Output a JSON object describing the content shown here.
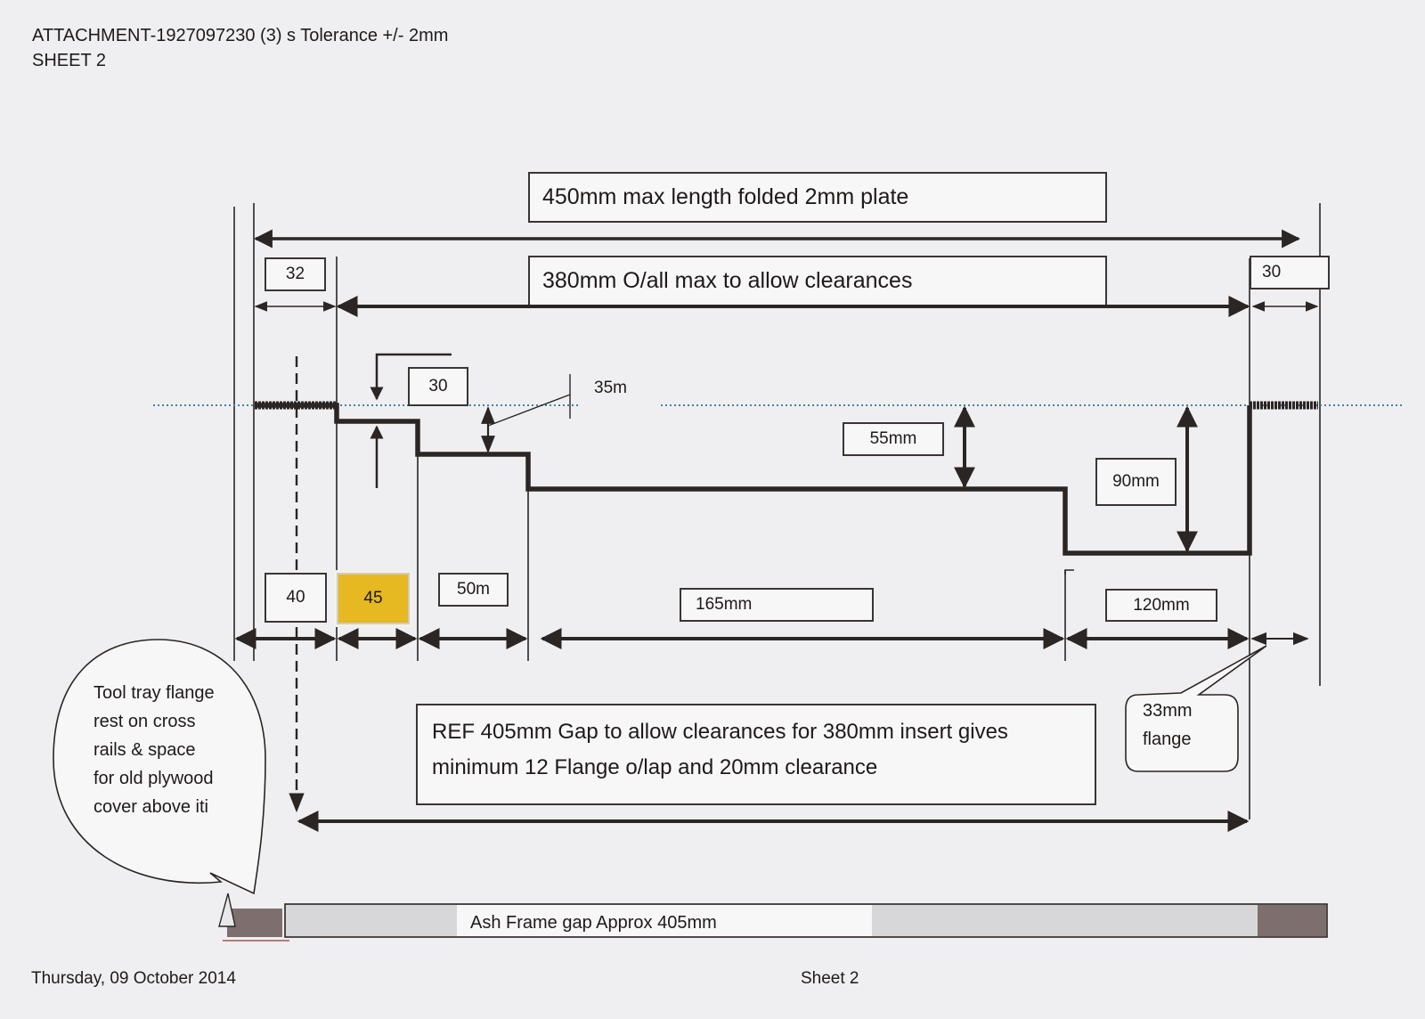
{
  "header": {
    "line1": "ATTACHMENT-1927097230 (3) s  Tolerance +/- 2mm",
    "line2": "SHEET 2"
  },
  "top_labels": {
    "max_length": "450mm max length folded 2mm  plate",
    "overall": "380mm O/all max to allow clearances"
  },
  "dimensions": {
    "d32": "32",
    "d30_right": "30",
    "d30_step": "30",
    "d35": "35m",
    "d55": "55mm",
    "d90": "90mm",
    "d40": "40",
    "d45": "45",
    "d50": "50m",
    "d165": "165mm",
    "d120": "120mm"
  },
  "ref_note": {
    "line1": "REF 405mm Gap to allow clearances for 380mm insert  gives",
    "line2": "minimum 12 Flange o/lap and 20mm  clearance"
  },
  "callout_left": {
    "lines": [
      "Tool tray flange",
      "rest on cross",
      "rails & space",
      "for old plywood",
      "cover above iti"
    ]
  },
  "callout_right": {
    "lines": [
      "33mm",
      "flange"
    ]
  },
  "bar": {
    "label": "Ash Frame gap Approx 405mm"
  },
  "footer": {
    "date": "Thursday, 09 October 2014",
    "sheet": "Sheet 2"
  },
  "colors": {
    "ink": "#2b2523",
    "highlight": "#e6b821",
    "dotted_line": "#4a7fa6",
    "bar_light": "#d7d7d9",
    "bar_dark": "#7d6f6d"
  }
}
